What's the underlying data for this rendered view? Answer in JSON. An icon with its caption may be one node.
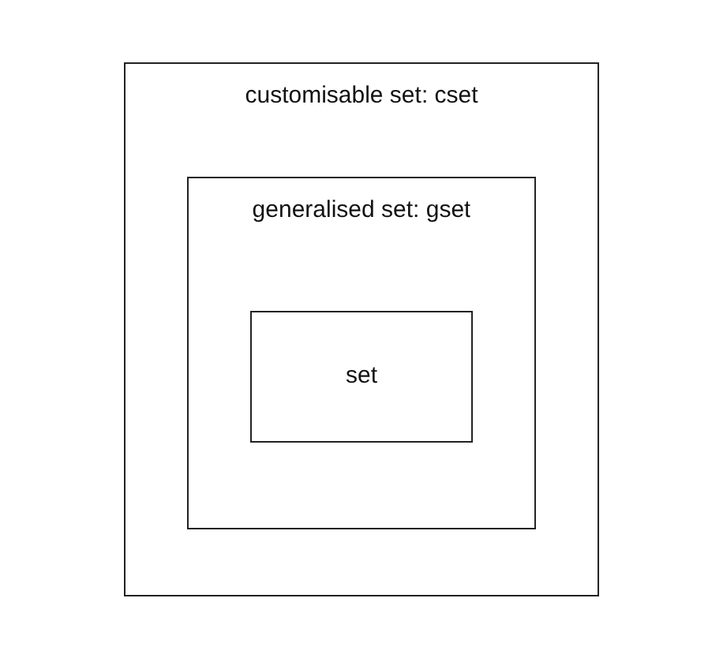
{
  "diagram": {
    "nodes": [
      {
        "text": [
          "customisable set: cset"
        ]
      },
      {
        "text": [
          "generalised set: gset"
        ],
        "in": 0
      },
      {
        "text": [
          "set"
        ],
        "in": 1
      }
    ]
  }
}
